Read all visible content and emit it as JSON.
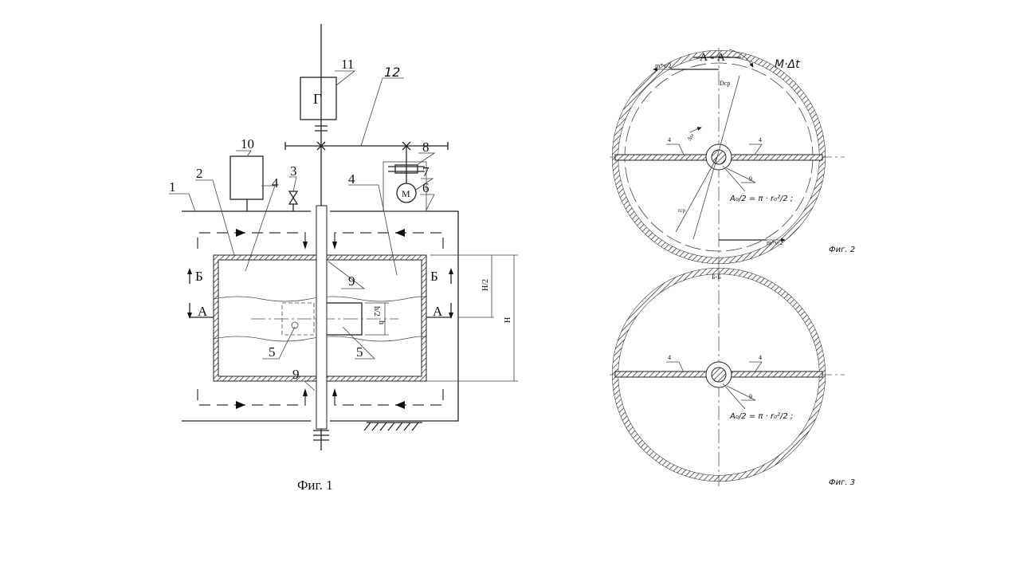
{
  "fig1": {
    "caption": "Фиг. 1",
    "labels": {
      "n1": "1",
      "n2": "2",
      "n3": "3",
      "n4a": "4",
      "n4b": "4",
      "n5a": "5",
      "n5b": "5",
      "n6": "6",
      "n7": "7",
      "n8": "8",
      "n9a": "9",
      "n9b": "9",
      "n10": "10",
      "n11": "11",
      "n12": "12"
    },
    "generator": "Г",
    "motor": "М",
    "section_b": "Б",
    "section_a": "А",
    "dim_h2": "h/2",
    "dim_h": "h",
    "dim_H2": "H/2",
    "dim_H": "H"
  },
  "fig2": {
    "caption": "Фиг. 2",
    "section": "А - А",
    "torque": "M·Δt",
    "impulse_top": "m*v/2",
    "impulse_bottom": "m*v/2",
    "d_label": "Dср",
    "omega": "Δω",
    "r_label": "rср",
    "n4a": "4",
    "n4b": "4",
    "n9": "9",
    "formula": "A₀/2 = π · r₀²/2 ;"
  },
  "fig3": {
    "caption": "Фиг. 3",
    "section": "Б-Б",
    "n4a": "4",
    "n4b": "4",
    "n9": "9",
    "formula": "A₀/2 = π · r₀²/2 ;"
  }
}
